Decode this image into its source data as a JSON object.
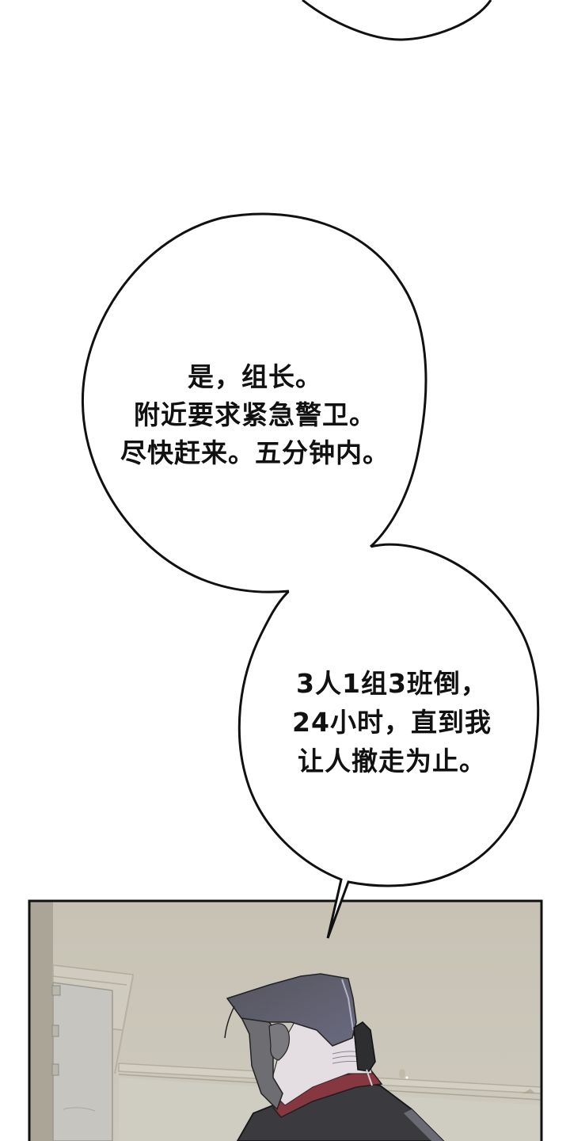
{
  "comic": {
    "page_type": "webtoon-panel-strip",
    "background_color": "#ffffff",
    "speech_bubbles": [
      {
        "id": "bubble-top-partial",
        "lines": []
      },
      {
        "id": "bubble-1",
        "lines": [
          "是，组长。",
          "附近要求紧急警卫。",
          "尽快赶来。五分钟内。"
        ]
      },
      {
        "id": "bubble-2",
        "lines": [
          "3人1组3班倒，",
          "24小时，直到我",
          "让人撤走为止。"
        ]
      }
    ],
    "panel": {
      "description": "Man in dark suit with red collar and earpiece, seen from behind, in a beige room near a door",
      "colors": {
        "wall": "#c9c4b6",
        "wall_lower": "#cfccc1",
        "door_frame": "#aaa597",
        "door": "#c4c3bd",
        "hair": "#5b5a66",
        "skin": "#e3dde0",
        "collar": "#8a3a44",
        "suit": "#3a3a3e",
        "border": "#111111"
      }
    }
  }
}
